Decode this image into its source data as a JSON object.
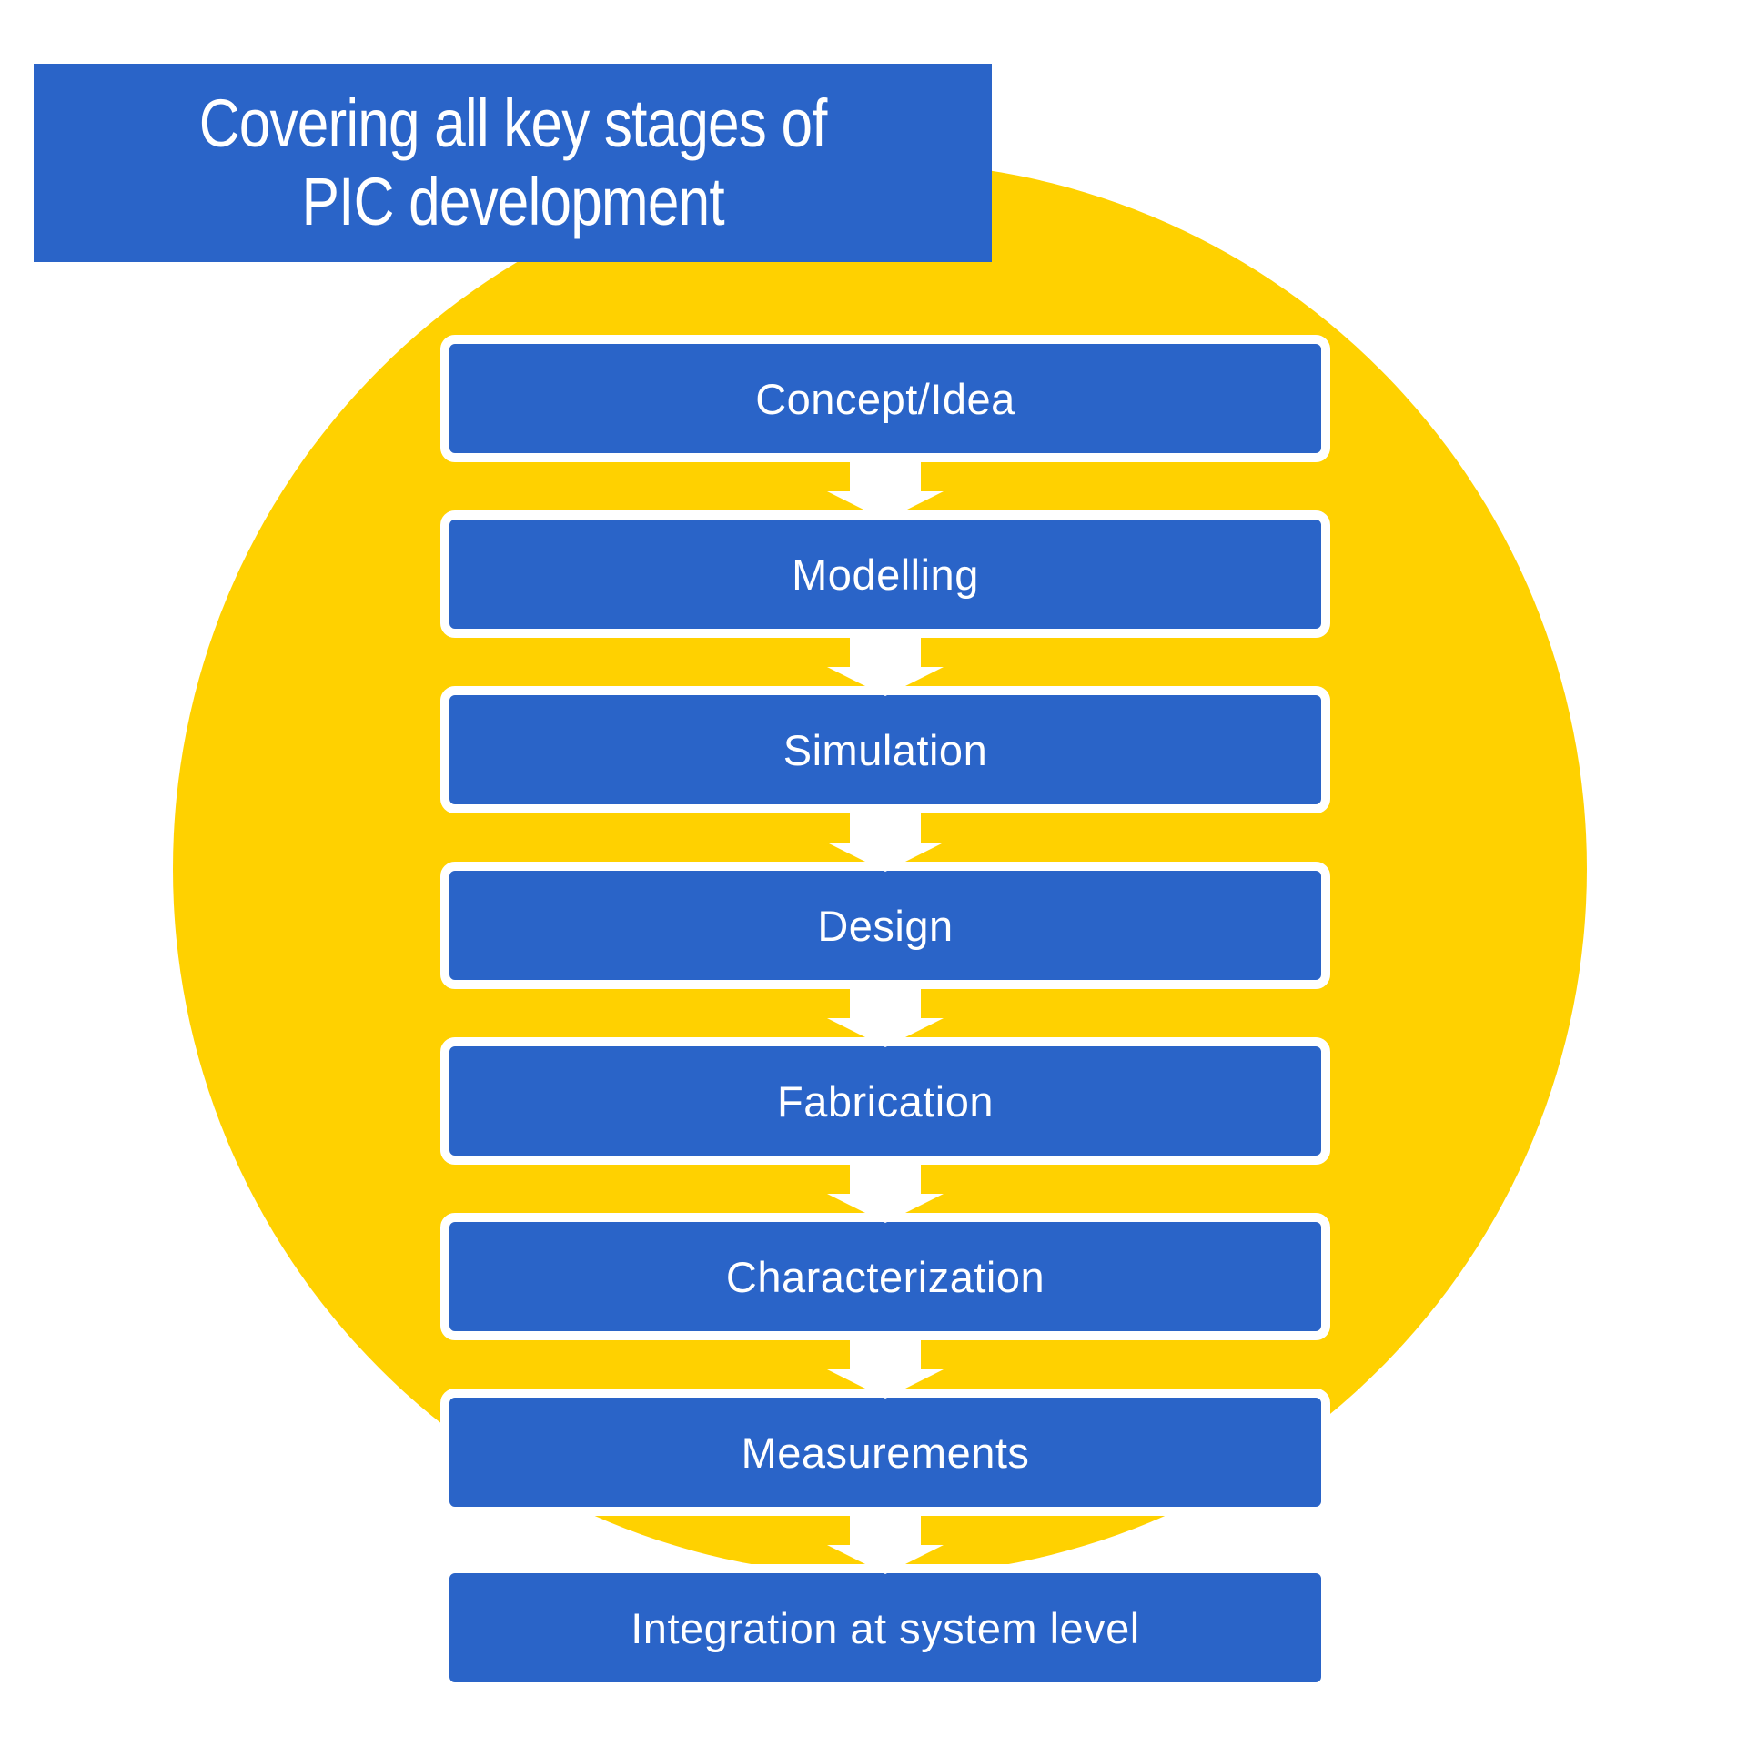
{
  "colors": {
    "primary_blue": "#2A64C8",
    "accent_yellow": "#FFD100",
    "text_white": "#ffffff"
  },
  "banner": {
    "title": "Covering all key stages of\nPIC development"
  },
  "flowchart": {
    "stages": [
      {
        "label": "Concept/Idea"
      },
      {
        "label": "Modelling"
      },
      {
        "label": "Simulation"
      },
      {
        "label": "Design"
      },
      {
        "label": "Fabrication"
      },
      {
        "label": "Characterization"
      },
      {
        "label": "Measurements"
      },
      {
        "label": "Integration at system level"
      }
    ],
    "connector_icon": "down-arrow"
  }
}
